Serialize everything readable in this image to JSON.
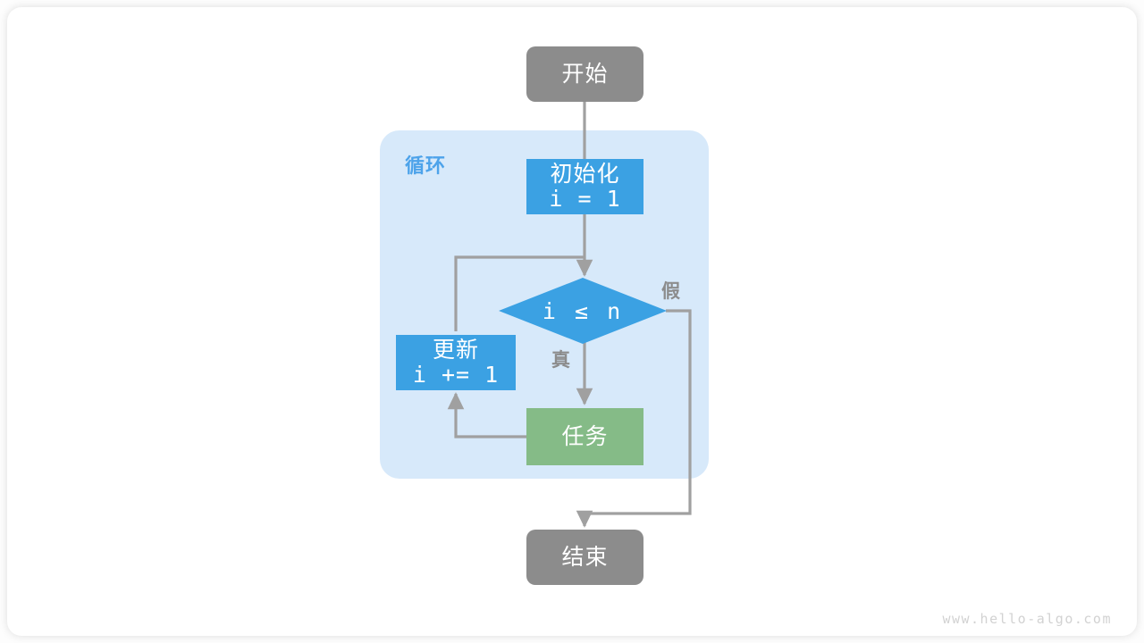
{
  "diagram": {
    "title": "for-loop-flowchart",
    "watermark": "www.hello-algo.com",
    "colors": {
      "terminal_gray": "#8c8c8c",
      "process_blue": "#3ba1e3",
      "task_green": "#85bb87",
      "loop_container": "#d7e9fa",
      "loop_label_blue": "#4da3ea",
      "edge_gray": "#a0a0a0",
      "edge_label_gray": "#8c8c8c",
      "watermark_gray": "#d2d2d2",
      "card_white": "#ffffff"
    },
    "nodes": {
      "start": {
        "label": "开始",
        "shape": "rounded-rect",
        "fill": "#8c8c8c"
      },
      "init": {
        "label": "初始化",
        "code": "i = 1",
        "shape": "rect",
        "fill": "#3ba1e3"
      },
      "condition": {
        "label": "i ≤ n",
        "shape": "diamond",
        "fill": "#3ba1e3"
      },
      "update": {
        "label": "更新",
        "code": "i += 1",
        "shape": "rect",
        "fill": "#3ba1e3"
      },
      "task": {
        "label": "任务",
        "shape": "rect",
        "fill": "#85bb87"
      },
      "end": {
        "label": "结束",
        "shape": "rounded-rect",
        "fill": "#8c8c8c"
      }
    },
    "group": {
      "loop": {
        "label": "循环",
        "fill": "#d7e9fa"
      }
    },
    "edge_labels": {
      "true_branch": "真",
      "false_branch": "假"
    }
  }
}
